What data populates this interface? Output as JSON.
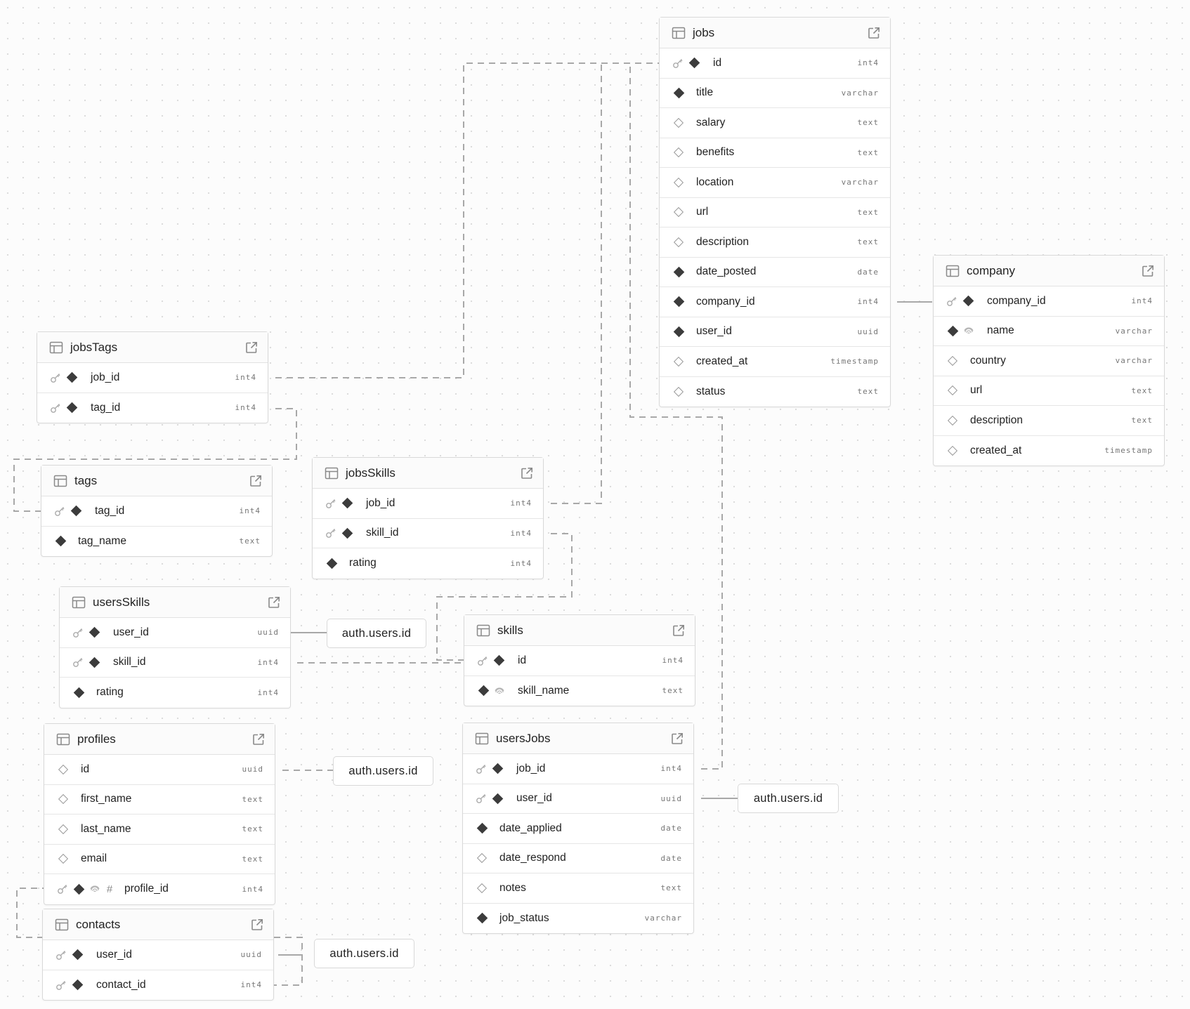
{
  "tables": [
    {
      "id": "jobs",
      "title": "jobs",
      "columns": [
        {
          "name": "id",
          "type": "int4",
          "badges": [
            "key",
            "filled"
          ]
        },
        {
          "name": "title",
          "type": "varchar",
          "badges": [
            "filled"
          ]
        },
        {
          "name": "salary",
          "type": "text",
          "badges": [
            "empty"
          ]
        },
        {
          "name": "benefits",
          "type": "text",
          "badges": [
            "empty"
          ]
        },
        {
          "name": "location",
          "type": "varchar",
          "badges": [
            "empty"
          ]
        },
        {
          "name": "url",
          "type": "text",
          "badges": [
            "empty"
          ]
        },
        {
          "name": "description",
          "type": "text",
          "badges": [
            "empty"
          ]
        },
        {
          "name": "date_posted",
          "type": "date",
          "badges": [
            "filled"
          ]
        },
        {
          "name": "company_id",
          "type": "int4",
          "badges": [
            "filled"
          ]
        },
        {
          "name": "user_id",
          "type": "uuid",
          "badges": [
            "filled"
          ]
        },
        {
          "name": "created_at",
          "type": "timestamp",
          "badges": [
            "empty"
          ]
        },
        {
          "name": "status",
          "type": "text",
          "badges": [
            "empty"
          ]
        }
      ]
    },
    {
      "id": "company",
      "title": "company",
      "columns": [
        {
          "name": "company_id",
          "type": "int4",
          "badges": [
            "key",
            "filled"
          ]
        },
        {
          "name": "name",
          "type": "varchar",
          "badges": [
            "filled",
            "identity"
          ]
        },
        {
          "name": "country",
          "type": "varchar",
          "badges": [
            "empty"
          ]
        },
        {
          "name": "url",
          "type": "text",
          "badges": [
            "empty"
          ]
        },
        {
          "name": "description",
          "type": "text",
          "badges": [
            "empty"
          ]
        },
        {
          "name": "created_at",
          "type": "timestamp",
          "badges": [
            "empty"
          ]
        }
      ]
    },
    {
      "id": "jobsTags",
      "title": "jobsTags",
      "columns": [
        {
          "name": "job_id",
          "type": "int4",
          "badges": [
            "key",
            "filled"
          ]
        },
        {
          "name": "tag_id",
          "type": "int4",
          "badges": [
            "key",
            "filled"
          ]
        }
      ]
    },
    {
      "id": "tags",
      "title": "tags",
      "columns": [
        {
          "name": "tag_id",
          "type": "int4",
          "badges": [
            "key",
            "filled"
          ]
        },
        {
          "name": "tag_name",
          "type": "text",
          "badges": [
            "filled"
          ]
        }
      ]
    },
    {
      "id": "jobsSkills",
      "title": "jobsSkills",
      "columns": [
        {
          "name": "job_id",
          "type": "int4",
          "badges": [
            "key",
            "filled"
          ]
        },
        {
          "name": "skill_id",
          "type": "int4",
          "badges": [
            "key",
            "filled"
          ]
        },
        {
          "name": "rating",
          "type": "int4",
          "badges": [
            "filled"
          ]
        }
      ]
    },
    {
      "id": "usersSkills",
      "title": "usersSkills",
      "columns": [
        {
          "name": "user_id",
          "type": "uuid",
          "badges": [
            "key",
            "filled"
          ]
        },
        {
          "name": "skill_id",
          "type": "int4",
          "badges": [
            "key",
            "filled"
          ]
        },
        {
          "name": "rating",
          "type": "int4",
          "badges": [
            "filled"
          ]
        }
      ]
    },
    {
      "id": "skills",
      "title": "skills",
      "columns": [
        {
          "name": "id",
          "type": "int4",
          "badges": [
            "key",
            "filled"
          ]
        },
        {
          "name": "skill_name",
          "type": "text",
          "badges": [
            "filled",
            "identity"
          ]
        }
      ]
    },
    {
      "id": "profiles",
      "title": "profiles",
      "columns": [
        {
          "name": "id",
          "type": "uuid",
          "badges": [
            "empty"
          ]
        },
        {
          "name": "first_name",
          "type": "text",
          "badges": [
            "empty"
          ]
        },
        {
          "name": "last_name",
          "type": "text",
          "badges": [
            "empty"
          ]
        },
        {
          "name": "email",
          "type": "text",
          "badges": [
            "empty"
          ]
        },
        {
          "name": "profile_id",
          "type": "int4",
          "badges": [
            "key",
            "filled",
            "identity",
            "hash"
          ]
        }
      ]
    },
    {
      "id": "usersJobs",
      "title": "usersJobs",
      "columns": [
        {
          "name": "job_id",
          "type": "int4",
          "badges": [
            "key",
            "filled"
          ]
        },
        {
          "name": "user_id",
          "type": "uuid",
          "badges": [
            "key",
            "filled"
          ]
        },
        {
          "name": "date_applied",
          "type": "date",
          "badges": [
            "filled"
          ]
        },
        {
          "name": "date_respond",
          "type": "date",
          "badges": [
            "empty"
          ]
        },
        {
          "name": "notes",
          "type": "text",
          "badges": [
            "empty"
          ]
        },
        {
          "name": "job_status",
          "type": "varchar",
          "badges": [
            "filled"
          ]
        }
      ]
    },
    {
      "id": "contacts",
      "title": "contacts",
      "columns": [
        {
          "name": "user_id",
          "type": "uuid",
          "badges": [
            "key",
            "filled"
          ]
        },
        {
          "name": "contact_id",
          "type": "int4",
          "badges": [
            "key",
            "filled"
          ]
        }
      ]
    }
  ],
  "references": [
    {
      "id": "ref-usersSkills",
      "label": "auth.users.id"
    },
    {
      "id": "ref-profiles",
      "label": "auth.users.id"
    },
    {
      "id": "ref-usersJobs",
      "label": "auth.users.id"
    },
    {
      "id": "ref-contacts",
      "label": "auth.users.id"
    }
  ]
}
